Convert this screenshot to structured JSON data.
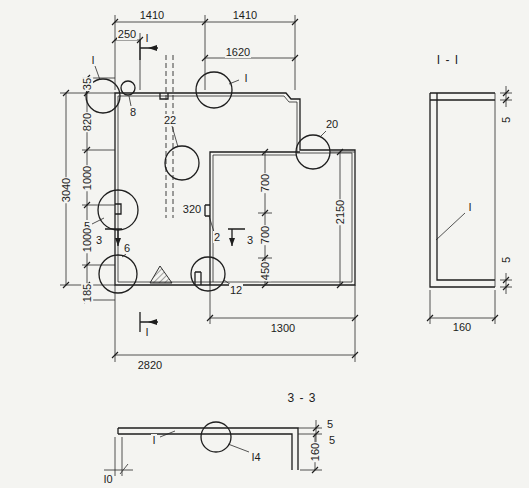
{
  "diagram": {
    "labels": [
      "1410",
      "1410",
      "250",
      "I",
      "1620",
      "I - I",
      "35",
      "I",
      "8",
      "I",
      "820",
      "22",
      "3040",
      "1000",
      "5",
      "1000",
      "320",
      "2",
      "700",
      "700",
      "3",
      "3",
      "2150",
      "20",
      "6",
      "450",
      "12",
      "185",
      "I",
      "1300",
      "2820",
      "5",
      "I",
      "5",
      "160",
      "3 - 3",
      "5",
      "5",
      "160",
      "I",
      "I4",
      "I0"
    ]
  }
}
